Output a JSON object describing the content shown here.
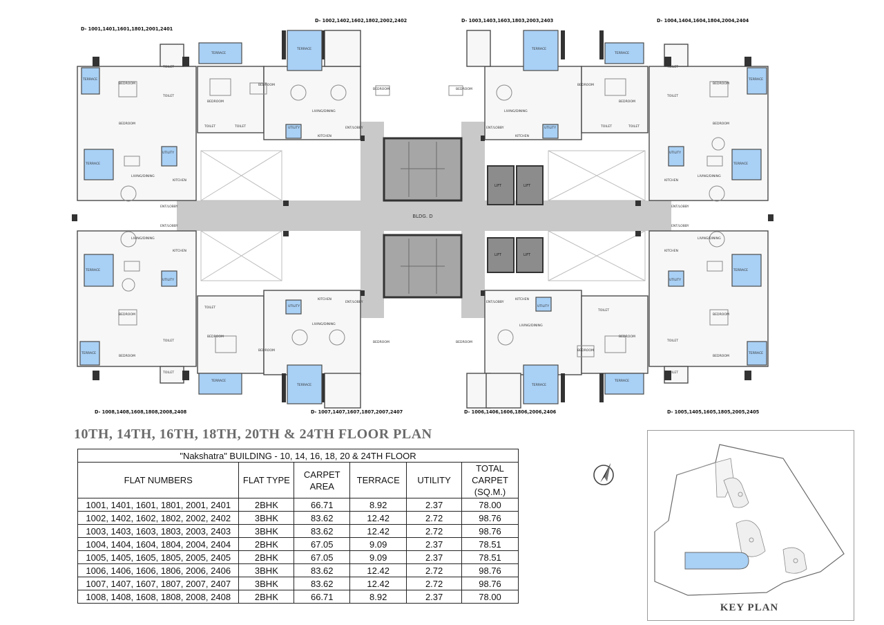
{
  "plan": {
    "building_label": "BLDG. D",
    "flat_labels": [
      "D- 1001,1401,1601,1801,2001,2401",
      "D- 1002,1402,1602,1802,2002,2402",
      "D- 1003,1403,1603,1803,2003,2403",
      "D- 1004,1404,1604,1804,2004,2404",
      "D- 1008,1408,1608,1808,2008,2408",
      "D- 1007,1407,1607,1807,2007,2407",
      "D- 1006,1406,1606,1806,2006,2406",
      "D- 1005,1405,1605,1805,2005,2405"
    ],
    "room_labels": {
      "terrace": "TERRACE",
      "bedroom": "BEDROOM",
      "living": "LIVING/DINING",
      "kitchen": "KITCHEN",
      "toilet": "TOILET",
      "utility": "UTILITY",
      "entry": "ENT/LOBBY",
      "lift": "LIFT"
    },
    "colors": {
      "terrace": "#a9d0f5",
      "wall": "#3a3a3a",
      "corridor": "#c9c9c9",
      "stair": "#a6a6a6",
      "lift": "#8c8c8c",
      "pool": "#a9d0f5"
    }
  },
  "floor_title": "10TH, 14TH, 16TH, 18TH, 20TH & 24TH FLOOR PLAN",
  "table": {
    "caption": "\"Nakshatra\"  BUILDING - 10, 14, 16, 18, 20 & 24TH FLOOR",
    "headers": {
      "flat_numbers": "FLAT NUMBERS",
      "flat_type": "FLAT TYPE",
      "carpet_1": "CARPET",
      "carpet_2": "AREA",
      "terrace": "TERRACE",
      "utility": "UTILITY",
      "total_1": "TOTAL CARPET",
      "total_2": "(SQ.M.)"
    },
    "rows": [
      {
        "flats": "1001, 1401, 1601, 1801, 2001, 2401",
        "type": "2BHK",
        "carpet": "66.71",
        "terrace": "8.92",
        "utility": "2.37",
        "total": "78.00"
      },
      {
        "flats": "1002, 1402, 1602, 1802, 2002, 2402",
        "type": "3BHK",
        "carpet": "83.62",
        "terrace": "12.42",
        "utility": "2.72",
        "total": "98.76"
      },
      {
        "flats": "1003, 1403, 1603, 1803, 2003, 2403",
        "type": "3BHK",
        "carpet": "83.62",
        "terrace": "12.42",
        "utility": "2.72",
        "total": "98.76"
      },
      {
        "flats": "1004, 1404, 1604, 1804, 2004, 2404",
        "type": "2BHK",
        "carpet": "67.05",
        "terrace": "9.09",
        "utility": "2.37",
        "total": "78.51"
      },
      {
        "flats": "1005, 1405, 1605, 1805, 2005, 2405",
        "type": "2BHK",
        "carpet": "67.05",
        "terrace": "9.09",
        "utility": "2.37",
        "total": "78.51"
      },
      {
        "flats": "1006, 1406, 1606, 1806, 2006, 2406",
        "type": "3BHK",
        "carpet": "83.62",
        "terrace": "12.42",
        "utility": "2.72",
        "total": "98.76"
      },
      {
        "flats": "1007, 1407, 1607, 1807, 2007, 2407",
        "type": "3BHK",
        "carpet": "83.62",
        "terrace": "12.42",
        "utility": "2.72",
        "total": "98.76"
      },
      {
        "flats": "1008, 1408, 1608, 1808, 2008, 2408",
        "type": "2BHK",
        "carpet": "66.71",
        "terrace": "8.92",
        "utility": "2.37",
        "total": "78.00"
      }
    ]
  },
  "key_plan": {
    "title": "KEY PLAN"
  }
}
